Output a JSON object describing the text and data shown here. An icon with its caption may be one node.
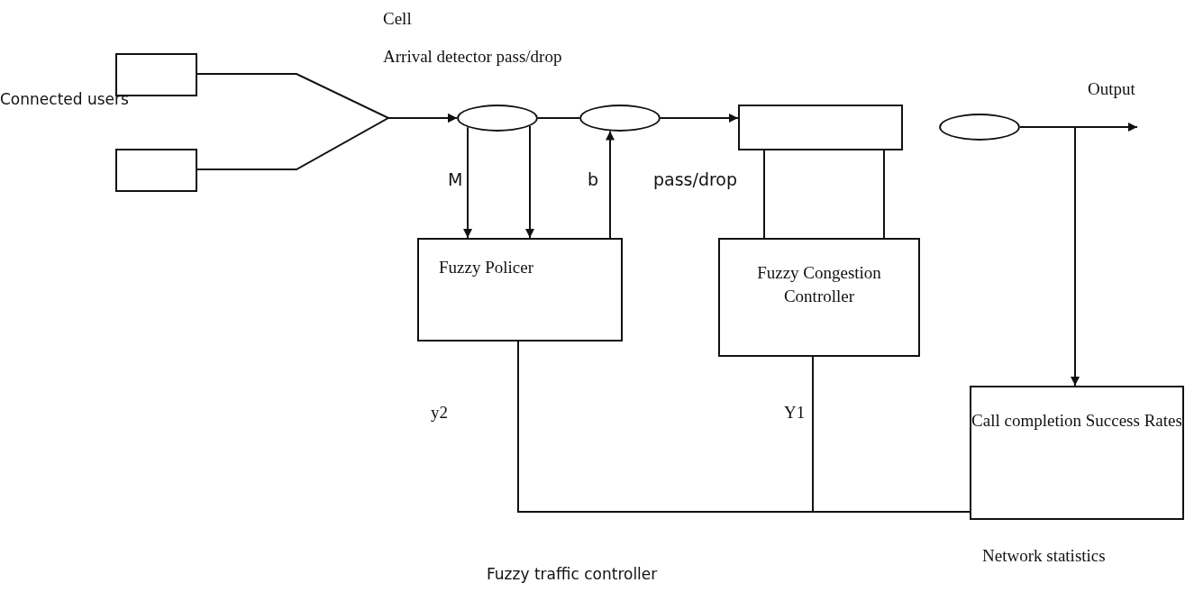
{
  "diagram": {
    "nodes": [
      {
        "text": [],
        "shape": "box"
      },
      {
        "text": [],
        "shape": "box"
      },
      {
        "text": [],
        "shape": "ellipse"
      },
      {
        "text": [],
        "shape": "ellipse"
      },
      {
        "text": [],
        "shape": "box"
      },
      {
        "text": [],
        "shape": "ellipse"
      },
      {
        "text": [
          "Fuzzy Policer"
        ]
      },
      {
        "text": [
          "Fuzzy Congestion Controller"
        ]
      },
      {
        "text": [
          "Call completion Success Rates"
        ]
      }
    ],
    "edges": [
      {
        "from": 0,
        "to": 2,
        "arrow": "to"
      },
      {
        "from": 1,
        "to": 2,
        "arrow": "to"
      },
      {
        "from": 2,
        "to": 6,
        "arrow": "to",
        "label": "M"
      },
      {
        "from": 2,
        "to": 6,
        "arrow": "to"
      },
      {
        "from": 6,
        "to": 3,
        "arrow": "to",
        "label": "b"
      },
      {
        "from": 2,
        "to": 3,
        "arrow": "none"
      },
      {
        "from": 3,
        "to": 4,
        "arrow": "to"
      },
      {
        "from": 4,
        "to": 7,
        "arrow": "none"
      },
      {
        "from": 4,
        "to": 7,
        "arrow": "none"
      },
      {
        "from": 5,
        "to": null,
        "arrow": "to",
        "label": "Output"
      },
      {
        "from": 5,
        "to": 8,
        "arrow": "to"
      },
      {
        "from": 6,
        "to": 8,
        "arrow": "none",
        "label": "y2"
      },
      {
        "from": 7,
        "to": 8,
        "arrow": "none",
        "label": "Y1"
      }
    ],
    "labels": [
      "Cell",
      "Arrival detector pass/drop",
      "Connected users",
      "pass/drop",
      "Network statistics",
      "Fuzzy traffic controller"
    ]
  }
}
